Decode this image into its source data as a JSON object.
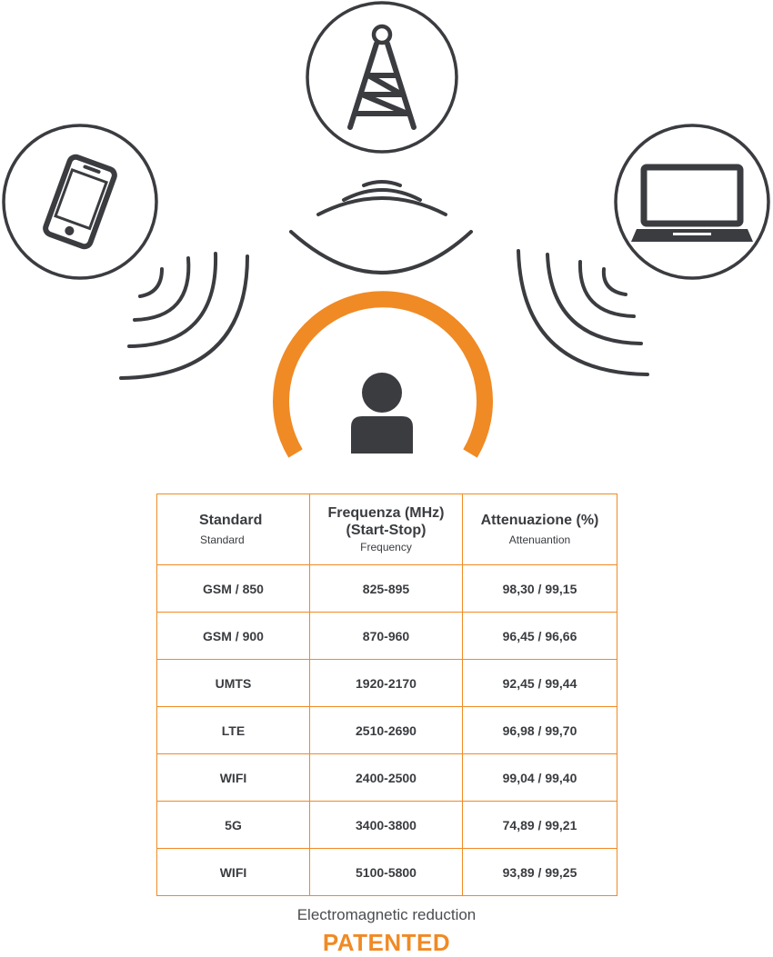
{
  "illustration": {
    "icons": [
      "tower-icon",
      "smartphone-icon",
      "laptop-icon",
      "person-icon"
    ],
    "colors": {
      "accent": "#f08a24",
      "dark": "#3a3c40"
    }
  },
  "table": {
    "headers": [
      {
        "main": "Standard",
        "sub": "Standard"
      },
      {
        "main": "Frequenza (MHz)",
        "main2": "(Start-Stop)",
        "sub": "Frequency"
      },
      {
        "main": "Attenuazione (%)",
        "sub": "Attenuantion"
      }
    ],
    "rows": [
      {
        "standard": "GSM / 850",
        "frequency": "825-895",
        "attenuation": "98,30 / 99,15"
      },
      {
        "standard": "GSM / 900",
        "frequency": "870-960",
        "attenuation": "96,45 / 96,66"
      },
      {
        "standard": "UMTS",
        "frequency": "1920-2170",
        "attenuation": "92,45 / 99,44"
      },
      {
        "standard": "LTE",
        "frequency": "2510-2690",
        "attenuation": "96,98 / 99,70"
      },
      {
        "standard": "WIFI",
        "frequency": "2400-2500",
        "attenuation": "99,04 / 99,40"
      },
      {
        "standard": "5G",
        "frequency": "3400-3800",
        "attenuation": "74,89 / 99,21"
      },
      {
        "standard": "WIFI",
        "frequency": "5100-5800",
        "attenuation": "93,89 / 99,25"
      }
    ]
  },
  "footer": {
    "caption": "Electromagnetic reduction",
    "badge": "PATENTED"
  }
}
